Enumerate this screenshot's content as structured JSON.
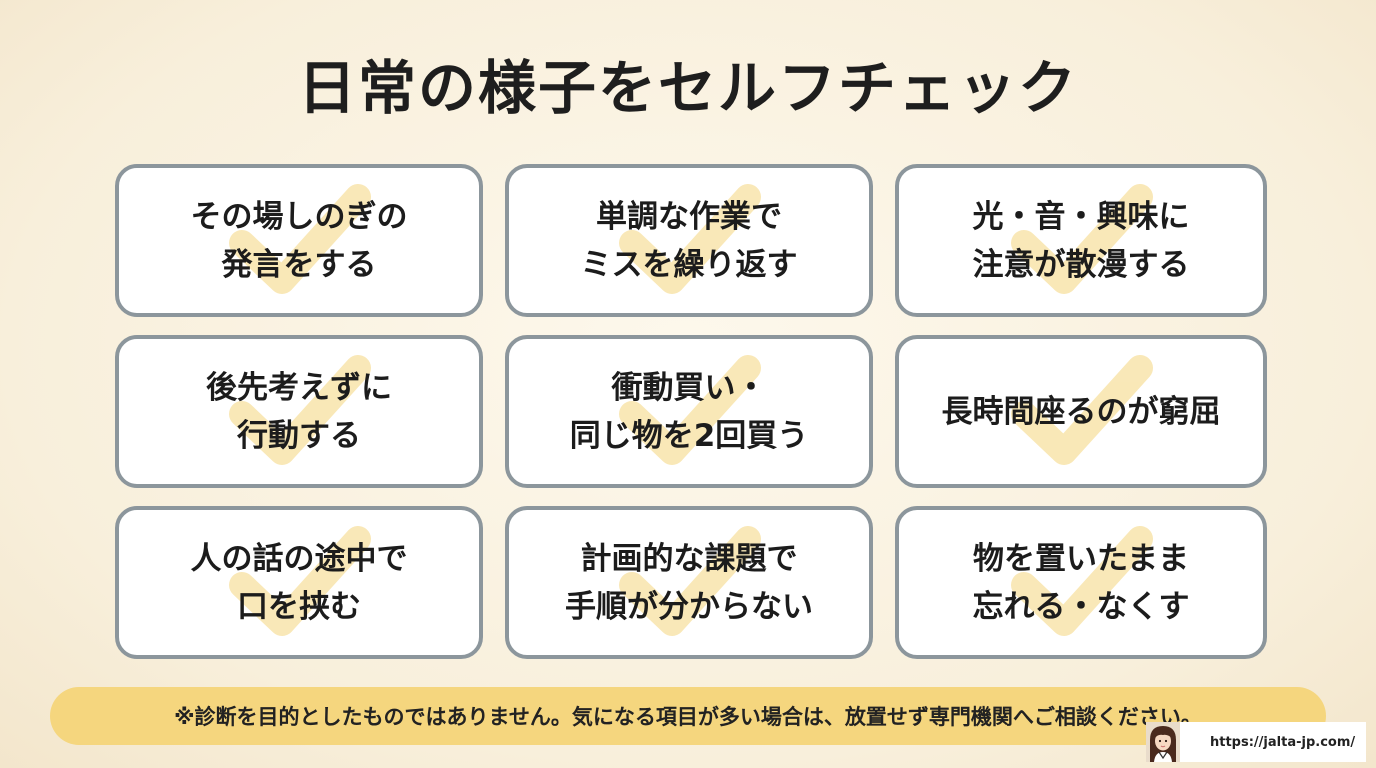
{
  "title": "日常の様子をセルフチェック",
  "cards": [
    {
      "line1": "その場しのぎの",
      "line2": "発言をする"
    },
    {
      "line1": "単調な作業で",
      "line2": "ミスを繰り返す"
    },
    {
      "line1": "光・音・興味に",
      "line2": "注意が散漫する"
    },
    {
      "line1": "後先考えずに",
      "line2": "行動する"
    },
    {
      "line1": "衝動買い・",
      "line2": "同じ物を2回買う"
    },
    {
      "line1": "長時間座るのが窮屈",
      "line2": ""
    },
    {
      "line1": "人の話の途中で",
      "line2": "口を挟む"
    },
    {
      "line1": "計画的な課題で",
      "line2": "手順が分からない"
    },
    {
      "line1": "物を置いたまま",
      "line2": "忘れる・なくす"
    }
  ],
  "disclaimer": "※診断を目的としたものではありません。気になる項目が多い場合は、放置せず専門機関へご相談ください。",
  "footer": {
    "url": "https://jalta-jp.com/",
    "avatar_icon": "avatar-icon"
  },
  "colors": {
    "background": "#f8efdb",
    "card_border": "#8c969c",
    "check_mark": "#f5d67e",
    "disclaimer_bg": "#f5d67e"
  }
}
